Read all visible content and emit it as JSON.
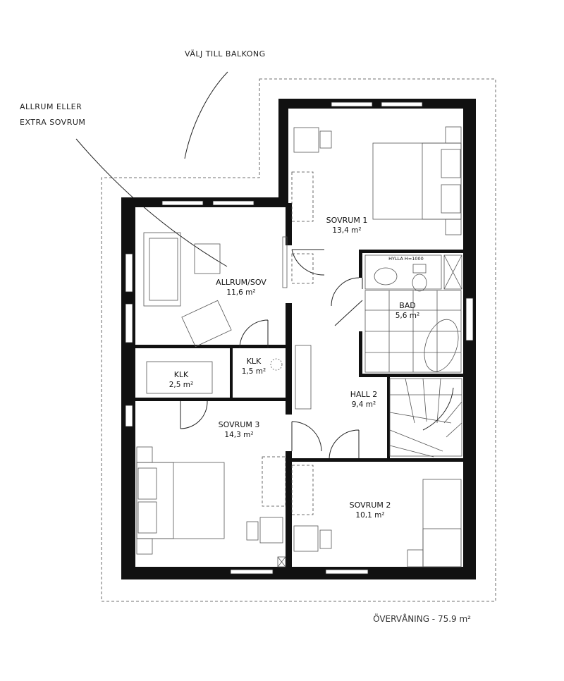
{
  "annotations": {
    "balcony_note": "VÄLJ TILL BALKONG",
    "allrum_note_line1": "ALLRUM ELLER",
    "allrum_note_line2": "EXTRA SOVRUM"
  },
  "rooms": {
    "sovrum1": {
      "name": "SOVRUM 1",
      "area": "13,4 m²"
    },
    "allrum": {
      "name": "ALLRUM/SOV",
      "area": "11,6 m²"
    },
    "bad": {
      "name": "BAD",
      "area": "5,6 m²"
    },
    "hylla": {
      "name": "HYLLA H=1000"
    },
    "klk_small": {
      "name": "KLK",
      "area": "1,5 m²"
    },
    "klk_large": {
      "name": "KLK",
      "area": "2,5 m²"
    },
    "hall2": {
      "name": "HALL 2",
      "area": "9,4 m²"
    },
    "sovrum3": {
      "name": "SOVRUM 3",
      "area": "14,3 m²"
    },
    "sovrum2": {
      "name": "SOVRUM 2",
      "area": "10,1 m²"
    }
  },
  "caption": "ÖVERVÅNING - 75.9 m²"
}
